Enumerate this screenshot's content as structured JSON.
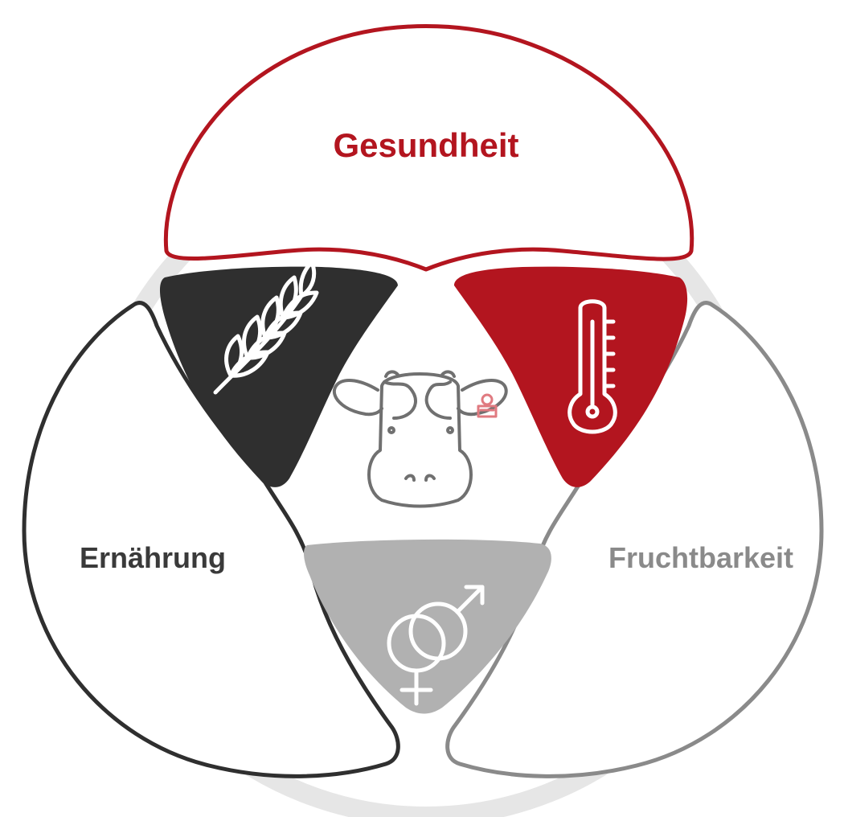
{
  "labels": {
    "top": "Gesundheit",
    "left": "Ernährung",
    "right": "Fruchtbarkeit"
  },
  "colors": {
    "health": "#b3151f",
    "nutrition": "#2f2f2f",
    "fertility": "#8a8a8a",
    "fertility_fill": "#b1b1b1",
    "ring": "#e6e6e6",
    "cow": "#707070"
  },
  "icons": {
    "nutrition": "wheat-icon",
    "health": "thermometer-icon",
    "fertility": "gender-symbols-icon",
    "center": "cow-head-icon"
  }
}
